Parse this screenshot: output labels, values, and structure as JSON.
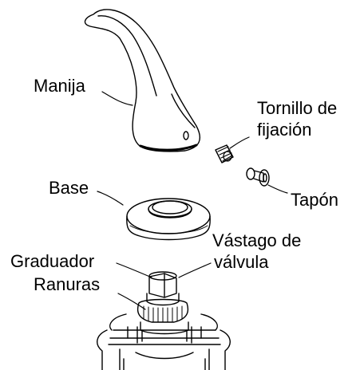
{
  "labels": {
    "manija": "Manija",
    "tornillo_line1": "Tornillo de",
    "tornillo_line2": "fijación",
    "base": "Base",
    "tapon": "Tapón",
    "vastago_line1": "Vástago de",
    "vastago_line2": "válvula",
    "graduador": "Graduador",
    "ranuras": "Ranuras"
  },
  "colors": {
    "ink": "#000000",
    "paper": "#ffffff"
  }
}
